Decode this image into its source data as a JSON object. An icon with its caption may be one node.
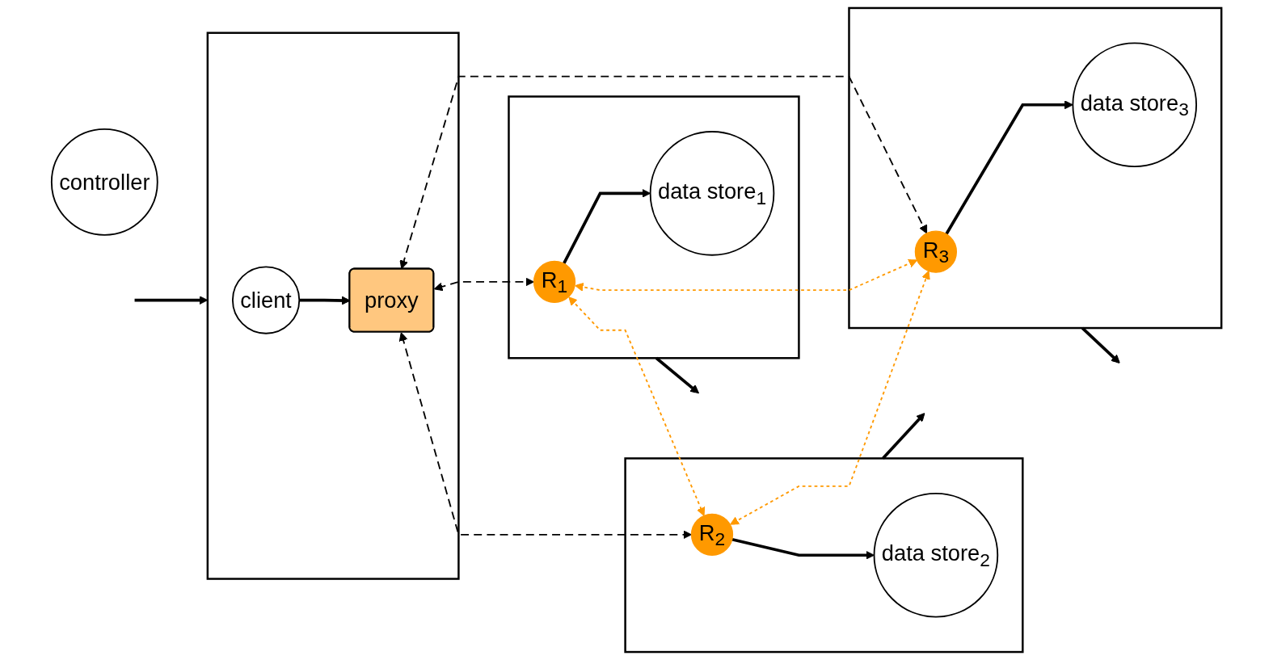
{
  "diagram": {
    "nodes": [
      {
        "text": [],
        "shape": "box"
      },
      {
        "text": [
          "client"
        ],
        "in": 0
      },
      {
        "text": [
          "proxy"
        ],
        "in": 0
      },
      {
        "text": [],
        "shape": "box"
      },
      {
        "text": [
          "R$_{1}$"
        ],
        "in": 3
      },
      {
        "text": [
          "data store$_{1}$"
        ],
        "in": 3
      },
      {
        "text": [],
        "shape": "box"
      },
      {
        "text": [
          "R$_{2}$"
        ],
        "in": 6
      },
      {
        "text": [
          "data store$_{2}$"
        ],
        "in": 6
      },
      {
        "text": [],
        "shape": "box"
      },
      {
        "text": [
          "R$_{3}$"
        ],
        "in": 9
      },
      {
        "text": [
          "data store$_{3}$"
        ],
        "in": 9
      },
      {
        "text": [
          "controller"
        ]
      }
    ],
    "edges": [
      {
        "from": null,
        "to": 0,
        "arrow": "to"
      },
      {
        "from": 1,
        "to": 2,
        "arrow": "to"
      },
      {
        "from": 2,
        "to": 4,
        "arrow": "both",
        "style": "dashed"
      },
      {
        "from": 2,
        "to": 7,
        "arrow": "both",
        "style": "dashed"
      },
      {
        "from": 2,
        "to": 10,
        "arrow": "both",
        "style": "dashed"
      },
      {
        "from": 4,
        "to": 5,
        "arrow": "to"
      },
      {
        "from": 7,
        "to": 8,
        "arrow": "to"
      },
      {
        "from": 10,
        "to": 11,
        "arrow": "to"
      },
      {
        "from": 4,
        "to": 7,
        "arrow": "both",
        "style": "dashed",
        "color": "#ff9900"
      },
      {
        "from": 4,
        "to": 10,
        "arrow": "both",
        "style": "dashed",
        "color": "#ff9900"
      },
      {
        "from": 7,
        "to": 10,
        "arrow": "both",
        "style": "dashed",
        "color": "#ff9900"
      },
      {
        "from": 3,
        "to": null,
        "arrow": "to"
      },
      {
        "from": 6,
        "to": null,
        "arrow": "to"
      },
      {
        "from": 9,
        "to": null,
        "arrow": "to"
      }
    ]
  }
}
